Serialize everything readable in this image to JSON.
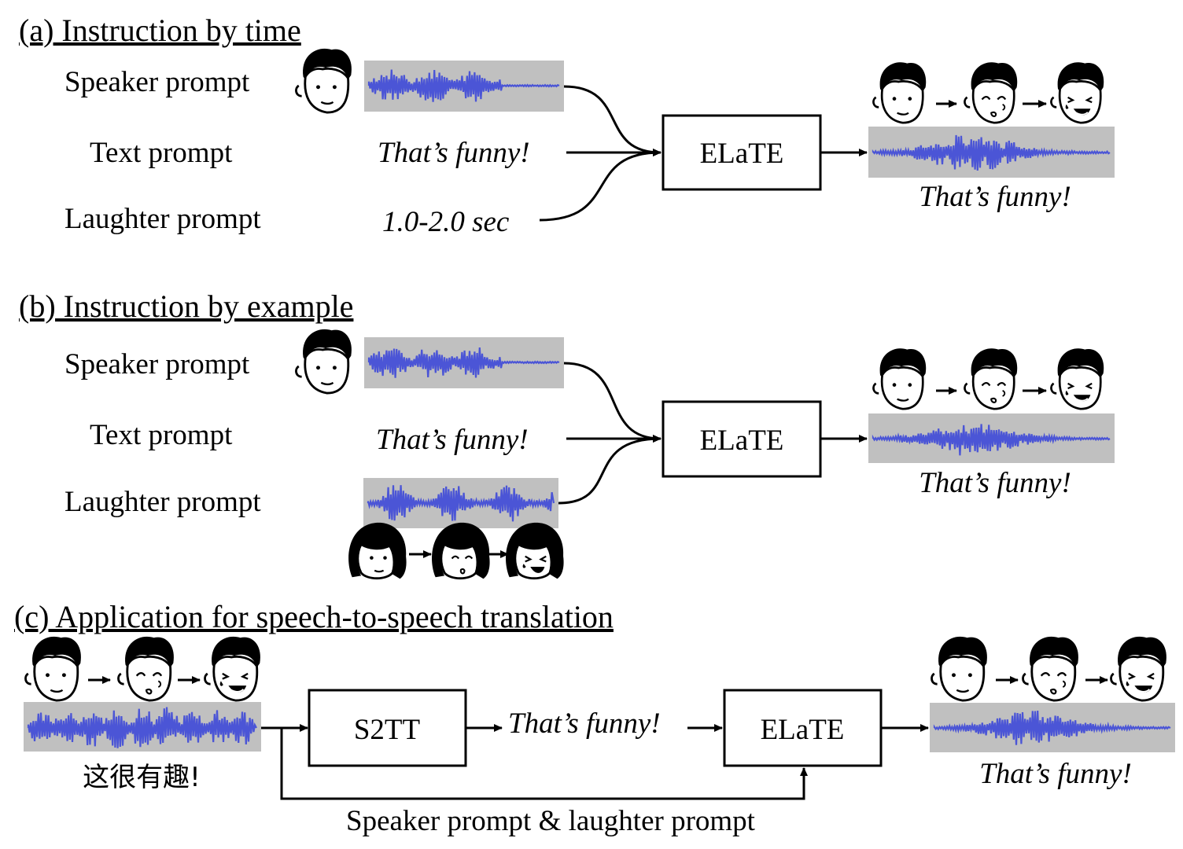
{
  "sections": {
    "a": {
      "heading": "(a) Instruction by time",
      "speaker_label": "Speaker prompt",
      "text_label": "Text prompt",
      "laughter_label": "Laughter prompt",
      "text_value": "That’s funny!",
      "laughter_value": "1.0-2.0 sec",
      "model": "ELaTE",
      "output_text": "That’s funny!"
    },
    "b": {
      "heading": "(b) Instruction by example",
      "speaker_label": "Speaker prompt",
      "text_label": "Text prompt",
      "laughter_label": "Laughter prompt",
      "text_value": "That’s funny!",
      "model": "ELaTE",
      "output_text": "That’s funny!"
    },
    "c": {
      "heading": "(c) Application for speech-to-speech translation",
      "source_text": "这很有趣!",
      "s2tt": "S2TT",
      "intermediate_text": "That’s funny!",
      "model": "ELaTE",
      "output_text": "That’s funny!",
      "feedback_label": "Speaker prompt & laughter prompt"
    }
  },
  "icons": {
    "male_face": "male-face-icon",
    "female_face": "female-face-icon",
    "waveform": "waveform-icon",
    "arrow": "arrow-right-icon"
  },
  "colors": {
    "waveform": "#4b55d6",
    "waveform_background": "#c0c0c0"
  }
}
